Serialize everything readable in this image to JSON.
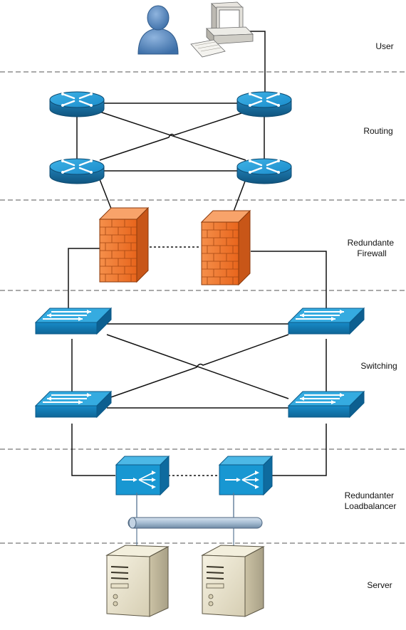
{
  "diagram": {
    "layers": [
      {
        "id": "user",
        "label_lines": [
          "User"
        ]
      },
      {
        "id": "routing",
        "label_lines": [
          "Routing"
        ]
      },
      {
        "id": "firewall",
        "label_lines": [
          "Redundante",
          "Firewall"
        ]
      },
      {
        "id": "switching",
        "label_lines": [
          "Switching"
        ]
      },
      {
        "id": "loadbalancer",
        "label_lines": [
          "Redundanter",
          "Loadbalancer"
        ]
      },
      {
        "id": "server",
        "label_lines": [
          "Server"
        ]
      }
    ],
    "icons": {
      "user": "user-icon",
      "workstation": "workstation-icon",
      "router": "router-icon",
      "firewall": "firewall-icon",
      "switch": "switch-icon",
      "loadbalancer": "load-balancer-icon",
      "server": "server-icon"
    },
    "colors": {
      "router": "#1e8fc8",
      "switch": "#1a9ad6",
      "firewall": "#f07b2c",
      "loadbalancer": "#1a9ad6",
      "server": "#e9e3cf",
      "bus": "#a9bfd3",
      "divider": "#555555",
      "link": "#111111"
    }
  }
}
